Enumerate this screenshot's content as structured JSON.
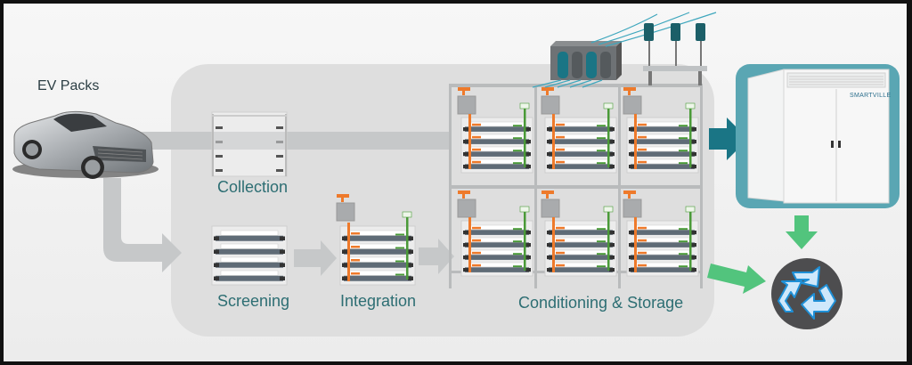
{
  "diagram": {
    "title": "EV battery second-life process",
    "source_label": "EV Packs",
    "stages": [
      {
        "id": "collection",
        "label": "Collection"
      },
      {
        "id": "screening",
        "label": "Screening"
      },
      {
        "id": "integration",
        "label": "Integration"
      },
      {
        "id": "conditioning",
        "label": "Conditioning & Storage"
      }
    ],
    "product": {
      "brand_label": "SMARTVILLE"
    },
    "end_of_life": {
      "icon": "recycle-icon"
    },
    "flows": [
      {
        "from": "EV Packs",
        "to": "Collection"
      },
      {
        "from": "EV Packs",
        "to": "Screening"
      },
      {
        "from": "Screening",
        "to": "Integration"
      },
      {
        "from": "Integration",
        "to": "Conditioning & Storage"
      },
      {
        "from": "Conditioning & Storage",
        "to": "SMARTVILLE unit"
      },
      {
        "from": "SMARTVILLE unit",
        "to": "Recycling"
      },
      {
        "from": "Conditioning & Storage",
        "to": "Recycling"
      }
    ],
    "colors": {
      "teal": "#1a7585",
      "teal_frame": "#5aa6b3",
      "green": "#52c47d",
      "orange": "#ee7a2b",
      "label": "#2d6e73",
      "panel": "#dedede",
      "flow_gray": "#c6c8c9"
    }
  }
}
